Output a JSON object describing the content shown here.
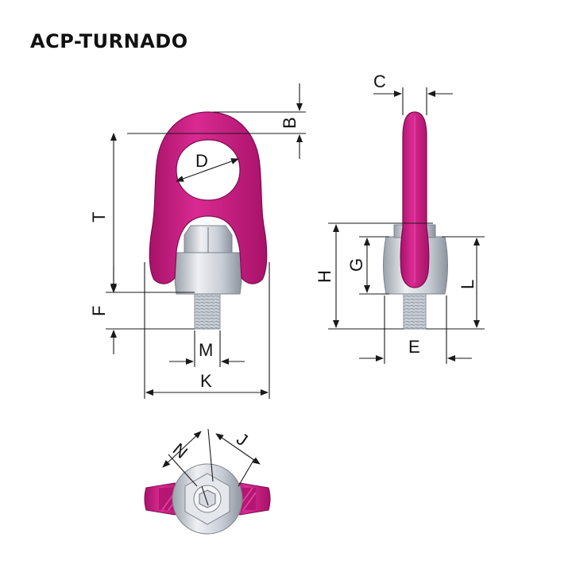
{
  "title": "ACP-TURNADO",
  "colors": {
    "ring": "#c8177f",
    "ring_dark": "#8e0d5a",
    "ring_light": "#e34aa6",
    "metal": "#c9ced6",
    "metal_dark": "#8d949e",
    "metal_light": "#eef0f3"
  },
  "labels": {
    "B": "B",
    "C": "C",
    "D": "D",
    "T": "T",
    "F": "F",
    "M": "M",
    "K": "K",
    "H": "H",
    "G": "G",
    "L": "L",
    "E": "E",
    "N": "N",
    "J": "J"
  }
}
